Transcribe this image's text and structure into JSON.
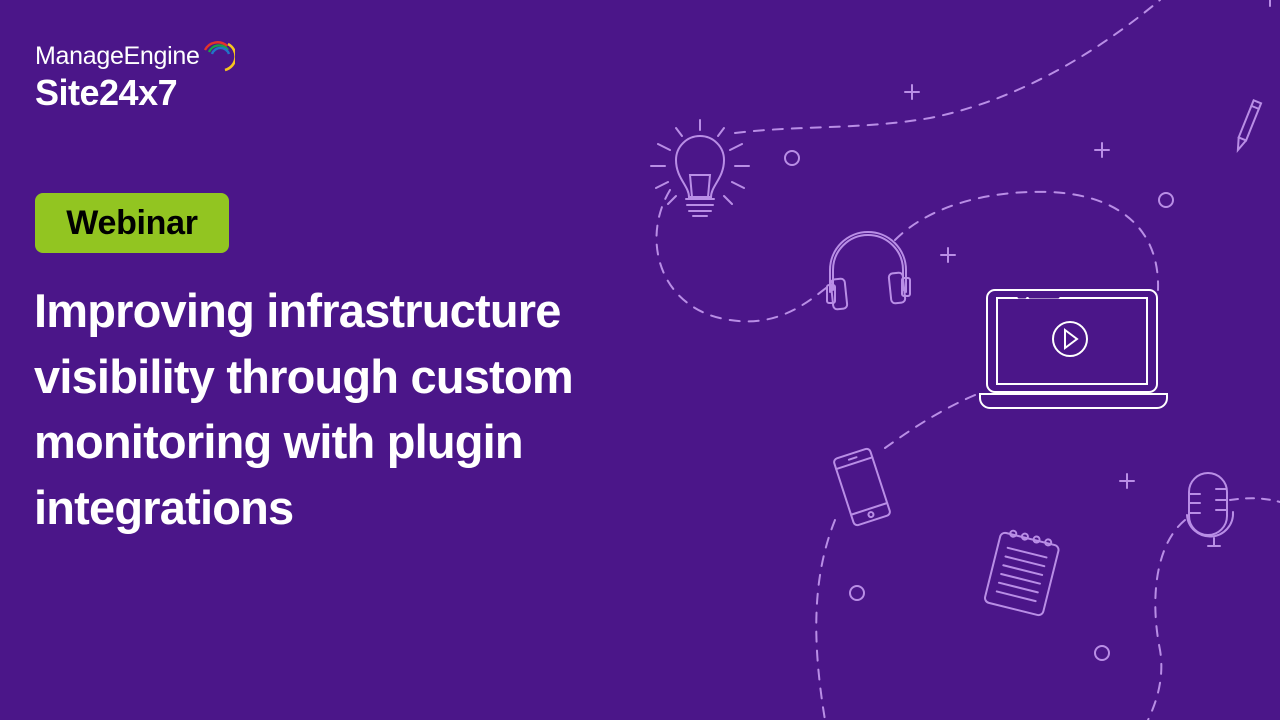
{
  "brand": {
    "company": "ManageEngine",
    "product": "Site24x7",
    "swirl_colors": [
      "#e4322b",
      "#1aa148",
      "#2174c8",
      "#f7c51e",
      "#8b3fb1"
    ]
  },
  "badge": {
    "label": "Webinar",
    "color": "#92c521"
  },
  "title": {
    "lines": [
      "Improving infrastructure",
      "visibility through custom",
      "monitoring with plugin",
      "integrations"
    ]
  },
  "theme": {
    "background": "#4b1689",
    "illustration_stroke": "#b98ee6",
    "laptop_stroke": "#ffffff"
  },
  "illustrations": [
    "lightbulb-icon",
    "headphones-icon",
    "laptop-icon",
    "play-icon",
    "tablet-icon",
    "notepad-icon",
    "microphone-icon",
    "pencil-icon"
  ]
}
